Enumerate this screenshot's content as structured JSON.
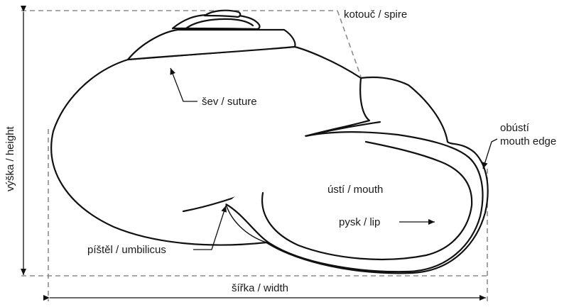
{
  "labels": {
    "spire": "kotouč / spire",
    "suture": "šev / suture",
    "mouth_edge_line1": "obústí",
    "mouth_edge_line2": "mouth edge",
    "mouth": "ústí / mouth",
    "lip": "pysk / lip",
    "umbilicus": "píštěl / umbilicus",
    "width": "šířka / width",
    "height": "výška / height"
  },
  "colors": {
    "outline": "#111111",
    "dashed_guide": "#8c8c8c",
    "text": "#1a1a1a",
    "background": "#ffffff"
  }
}
